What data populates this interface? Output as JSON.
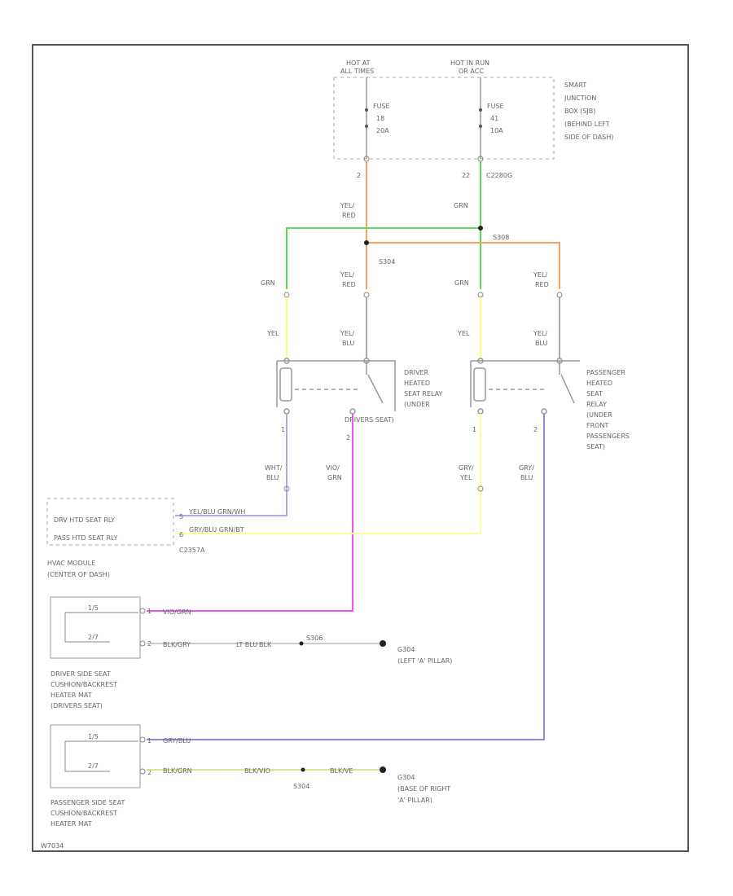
{
  "power": {
    "left_label": [
      "HOT AT",
      "ALL TIMES"
    ],
    "right_label": [
      "HOT IN RUN",
      "OR ACC"
    ],
    "fuse_left": [
      "FUSE",
      "18",
      "20A"
    ],
    "fuse_right": [
      "FUSE",
      "41",
      "10A"
    ],
    "sjb_label": [
      "SMART",
      "JUNCTION",
      "BOX (SJB)",
      "(BEHIND LEFT",
      "SIDE OF DASH)"
    ],
    "pin_left": "2",
    "pin_right": "22",
    "connector": "C2280G"
  },
  "wires": {
    "yel_red": [
      "YEL/",
      "RED"
    ],
    "grn": "GRN",
    "yel": "YEL",
    "yel_blu": [
      "YEL/",
      "BLU"
    ],
    "splice_a": "S308",
    "splice_b": "S304",
    "wht_blu": [
      "WHT/",
      "BLU"
    ],
    "vio_grn": [
      "VIO/",
      "GRN"
    ],
    "gry_yel": [
      "GRY/",
      "YEL"
    ],
    "gry_blu": [
      "GRY/",
      "BLU"
    ]
  },
  "relays": {
    "driver": [
      "DRIVER",
      "HEATED",
      "SEAT RELAY",
      "(UNDER",
      "DRIVERS SEAT)"
    ],
    "passenger": [
      "PASSENGER",
      "HEATED",
      "SEAT",
      "RELAY",
      "(UNDER",
      "FRONT",
      "PASSENGERS",
      "SEAT)"
    ],
    "pin_1": "1",
    "pin_2": "2"
  },
  "hvac": {
    "rows": [
      "DRV HTD SEAT RLY",
      "PASS HTD SEAT RLY"
    ],
    "pin_a": "5",
    "pin_b": "6",
    "wire_a": "YEL/BLU  GRN/WH",
    "wire_b": "GRY/BLU  GRN/BT",
    "connector": "C2357A",
    "module": [
      "HVAC MODULE",
      "(CENTER OF DASH)"
    ]
  },
  "driver_heater": {
    "pin_1": "1",
    "pin_2": "2",
    "wire_1": "VIO/GRN",
    "wire_2": "BLK/GRY",
    "wire_3": "LT BLU",
    "wire_4": "BLK",
    "splice": "S306",
    "ground": "G304",
    "ground_loc": "(LEFT 'A' PILLAR)",
    "label": [
      "DRIVER SIDE SEAT",
      "CUSHION/BACKREST",
      "HEATER MAT",
      "(DRIVERS SEAT)"
    ]
  },
  "pass_heater": {
    "pin_1": "1",
    "pin_2": "2",
    "wire_1": "GRY/BLU",
    "wire_2": "BLK/GRN",
    "wire_3": "BLK/VIO",
    "wire_4": "BLK/VE",
    "splice": "S304",
    "ground": "G304",
    "ground_loc": [
      "(BASE OF RIGHT",
      "'A' PILLAR)"
    ],
    "label": [
      "PASSENGER SIDE SEAT",
      "CUSHION/BACKREST",
      "HEATER MAT"
    ]
  },
  "footer": "W7034",
  "colors": {
    "frame": "#555555",
    "orange": "#f4a460",
    "green": "#55dd55",
    "yellow": "#ffff66",
    "gray": "#aaaaaa",
    "violet": "#8888ee",
    "magenta": "#ee55ee",
    "yelgreen": "#ccdd66"
  }
}
